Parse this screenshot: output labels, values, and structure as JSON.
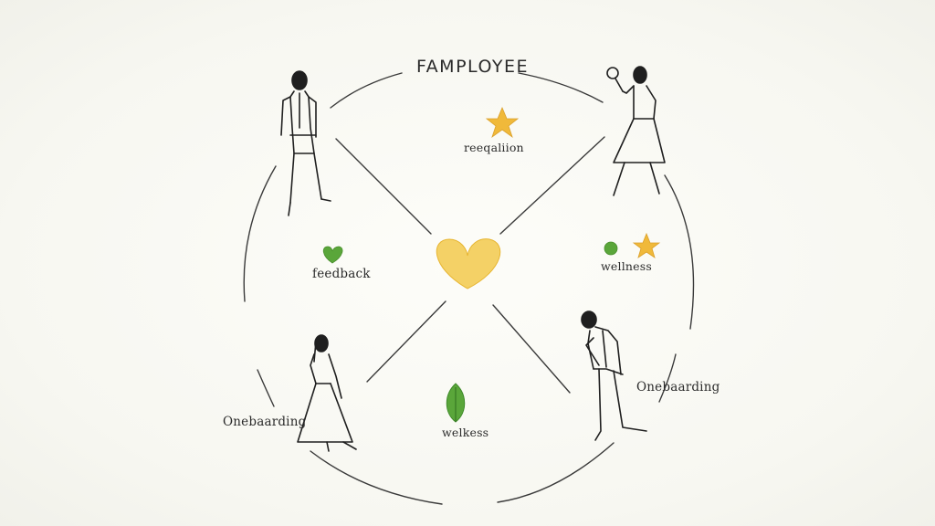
{
  "title": "FAMPLOYEE",
  "labels": {
    "recognition": "reeqaliion",
    "feedback": "feedback",
    "wellness_right": "wellness",
    "wellness_bottom": "welkess",
    "onboarding_left": "Onebaarding",
    "onboarding_right": "Onebaarding"
  },
  "icons": {
    "center": "heart-icon",
    "recognition": "star-icon",
    "feedback": "heart-icon",
    "wellness_right": [
      "circle-icon",
      "star-icon"
    ],
    "wellness_bottom": "leaf-icon"
  },
  "colors": {
    "ink": "#2a2a2a",
    "heart_yellow": "#f2c94c",
    "star_yellow": "#f0b93a",
    "green": "#5aa63a"
  }
}
